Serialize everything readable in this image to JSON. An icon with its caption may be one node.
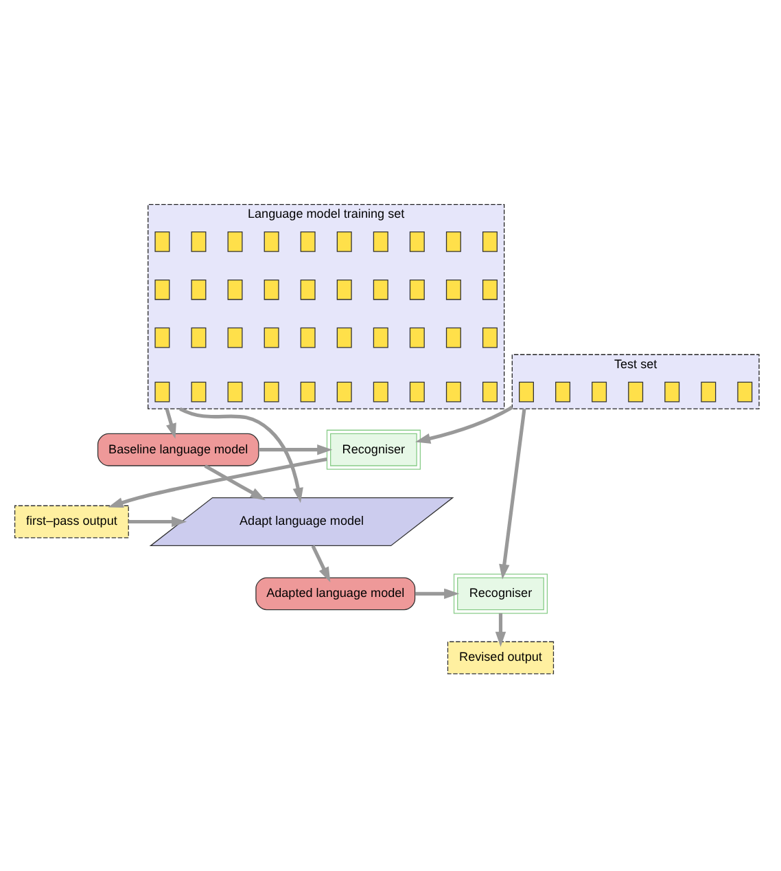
{
  "diagram": {
    "nodes": [
      {
        "text": [
          "Language model training set"
        ]
      },
      {
        "text": [],
        "shape": "box",
        "in": 0
      },
      {
        "text": [],
        "shape": "box",
        "in": 0
      },
      {
        "text": [],
        "shape": "box",
        "in": 0
      },
      {
        "text": [],
        "shape": "box",
        "in": 0
      },
      {
        "text": [],
        "shape": "box",
        "in": 0
      },
      {
        "text": [],
        "shape": "box",
        "in": 0
      },
      {
        "text": [],
        "shape": "box",
        "in": 0
      },
      {
        "text": [],
        "shape": "box",
        "in": 0
      },
      {
        "text": [],
        "shape": "box",
        "in": 0
      },
      {
        "text": [],
        "shape": "box",
        "in": 0
      },
      {
        "text": [],
        "shape": "box",
        "in": 0
      },
      {
        "text": [],
        "shape": "box",
        "in": 0
      },
      {
        "text": [],
        "shape": "box",
        "in": 0
      },
      {
        "text": [],
        "shape": "box",
        "in": 0
      },
      {
        "text": [],
        "shape": "box",
        "in": 0
      },
      {
        "text": [],
        "shape": "box",
        "in": 0
      },
      {
        "text": [],
        "shape": "box",
        "in": 0
      },
      {
        "text": [],
        "shape": "box",
        "in": 0
      },
      {
        "text": [],
        "shape": "box",
        "in": 0
      },
      {
        "text": [],
        "shape": "box",
        "in": 0
      },
      {
        "text": [],
        "shape": "box",
        "in": 0
      },
      {
        "text": [],
        "shape": "box",
        "in": 0
      },
      {
        "text": [],
        "shape": "box",
        "in": 0
      },
      {
        "text": [],
        "shape": "box",
        "in": 0
      },
      {
        "text": [],
        "shape": "box",
        "in": 0
      },
      {
        "text": [],
        "shape": "box",
        "in": 0
      },
      {
        "text": [],
        "shape": "box",
        "in": 0
      },
      {
        "text": [],
        "shape": "box",
        "in": 0
      },
      {
        "text": [],
        "shape": "box",
        "in": 0
      },
      {
        "text": [],
        "shape": "box",
        "in": 0
      },
      {
        "text": [],
        "shape": "box",
        "in": 0
      },
      {
        "text": [],
        "shape": "box",
        "in": 0
      },
      {
        "text": [],
        "shape": "box",
        "in": 0
      },
      {
        "text": [],
        "shape": "box",
        "in": 0
      },
      {
        "text": [],
        "shape": "box",
        "in": 0
      },
      {
        "text": [],
        "shape": "box",
        "in": 0
      },
      {
        "text": [],
        "shape": "box",
        "in": 0
      },
      {
        "text": [],
        "shape": "box",
        "in": 0
      },
      {
        "text": [],
        "shape": "box",
        "in": 0
      },
      {
        "text": [],
        "shape": "box",
        "in": 0
      },
      {
        "text": [
          "Test set"
        ]
      },
      {
        "text": [],
        "shape": "box",
        "in": 41
      },
      {
        "text": [],
        "shape": "box",
        "in": 41
      },
      {
        "text": [],
        "shape": "box",
        "in": 41
      },
      {
        "text": [],
        "shape": "box",
        "in": 41
      },
      {
        "text": [],
        "shape": "box",
        "in": 41
      },
      {
        "text": [],
        "shape": "box",
        "in": 41
      },
      {
        "text": [],
        "shape": "box",
        "in": 41
      },
      {
        "text": [
          "Baseline language model"
        ]
      },
      {
        "text": [
          "Recogniser"
        ]
      },
      {
        "text": [
          "Adapt language model"
        ]
      },
      {
        "text": [
          "first–pass output"
        ]
      },
      {
        "text": [
          "Adapted language model"
        ]
      },
      {
        "text": [
          "Recogniser"
        ]
      },
      {
        "text": [
          "Revised output"
        ]
      }
    ],
    "edges": [
      {
        "from": 0,
        "to": 49,
        "arrow": "to"
      },
      {
        "from": 0,
        "to": 51,
        "arrow": "to"
      },
      {
        "from": 41,
        "to": 50,
        "arrow": "to"
      },
      {
        "from": 41,
        "to": 54,
        "arrow": "to"
      },
      {
        "from": 49,
        "to": 50,
        "arrow": "to"
      },
      {
        "from": 49,
        "to": 51,
        "arrow": "to"
      },
      {
        "from": 50,
        "to": 52,
        "arrow": "to"
      },
      {
        "from": 52,
        "to": 51,
        "arrow": "to"
      },
      {
        "from": 51,
        "to": 53,
        "arrow": "to"
      },
      {
        "from": 53,
        "to": 54,
        "arrow": "to"
      },
      {
        "from": 54,
        "to": 55,
        "arrow": "to"
      }
    ]
  }
}
